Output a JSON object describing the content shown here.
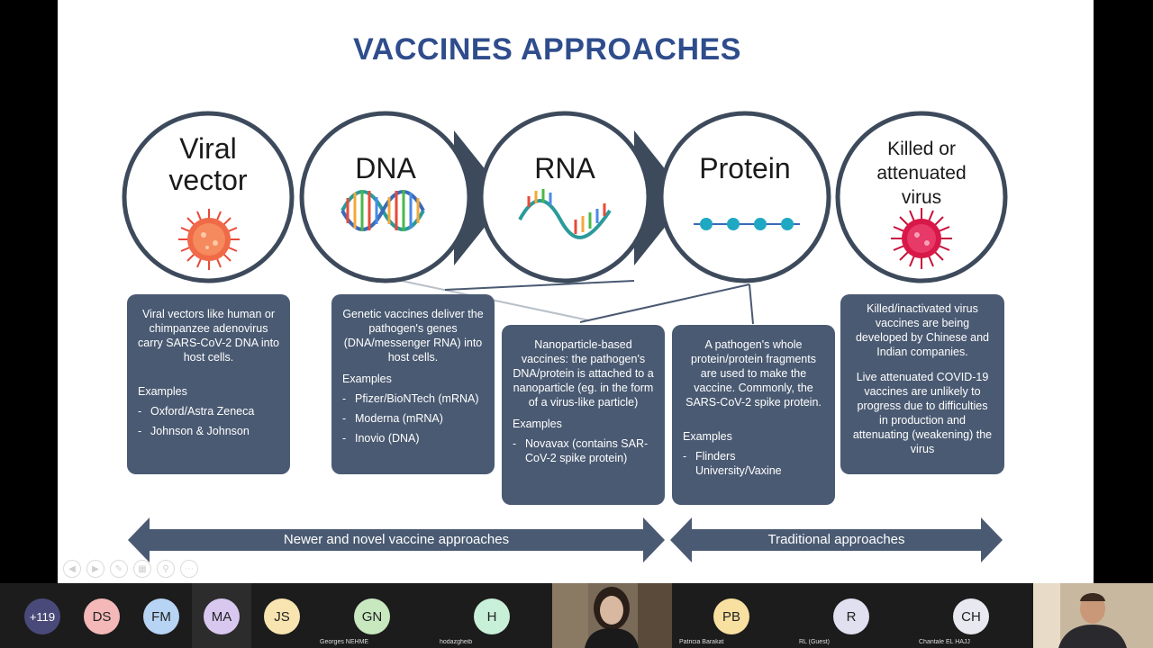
{
  "slide": {
    "title": "VACCINES APPROACHES",
    "circles": [
      {
        "label": "Viral vector"
      },
      {
        "label": "DNA"
      },
      {
        "label": "RNA"
      },
      {
        "label": "Protein"
      },
      {
        "label": "Killed or attenuated virus"
      }
    ],
    "boxes": {
      "viral_vector": {
        "desc": "Viral vectors like human or chimpanzee adenovirus carry SARS-CoV-2 DNA into host cells.",
        "examples_heading": "Examples",
        "examples": [
          "Oxford/Astra Zeneca",
          "Johnson & Johnson"
        ]
      },
      "genetic": {
        "desc": "Genetic vaccines deliver the pathogen's genes (DNA/messenger RNA) into host cells.",
        "examples_heading": "Examples",
        "examples": [
          "Pfizer/BioNTech (mRNA)",
          "Moderna (mRNA)",
          "Inovio (DNA)"
        ]
      },
      "nanoparticle": {
        "desc": "Nanoparticle-based vaccines: the pathogen's DNA/protein is attached to a nanoparticle (eg. in the form of a virus-like particle)",
        "examples_heading": "Examples",
        "examples": [
          "Novavax (contains SAR-CoV-2 spike protein)"
        ]
      },
      "protein": {
        "desc": "A pathogen's whole protein/protein fragments are used to make the vaccine. Commonly, the SARS-CoV-2 spike protein.",
        "examples_heading": "Examples",
        "examples": [
          "Flinders University/Vaxine"
        ]
      },
      "killed": {
        "para1": "Killed/inactivated virus vaccines are being developed by Chinese and Indian companies.",
        "para2": "Live attenuated COVID-19 vaccines are unlikely to progress due to difficulties in production and attenuating (weakening) the virus"
      }
    },
    "arrows": {
      "newer": "Newer and novel vaccine approaches",
      "traditional": "Traditional approaches"
    }
  },
  "participants": {
    "overflow_count": "+119",
    "people": [
      {
        "initials": "DS",
        "name": "",
        "color": "#f4b8b8"
      },
      {
        "initials": "FM",
        "name": "",
        "color": "#b8d4f4"
      },
      {
        "initials": "MA",
        "name": "",
        "color": "#d8c8f0"
      },
      {
        "initials": "JS",
        "name": "",
        "color": "#f8e4b0"
      },
      {
        "initials": "GN",
        "name": "Georges NEHME",
        "color": "#c8e8c0"
      },
      {
        "initials": "H",
        "name": "hodazgheib",
        "color": "#c8f0d8"
      },
      {
        "initials": "PB",
        "name": "Patricia Barakat",
        "color": "#f8e0a0"
      },
      {
        "initials": "R",
        "name": "RL (Guest)",
        "color": "#e0e0f0"
      },
      {
        "initials": "CH",
        "name": "Chantale EL HAJJ",
        "color": "#e8e8f0"
      }
    ]
  },
  "colors": {
    "title": "#2f4d8c",
    "box": "#4a5a72",
    "circle_border": "#3d4a5c",
    "participants_bar": "#1c1c1c"
  }
}
